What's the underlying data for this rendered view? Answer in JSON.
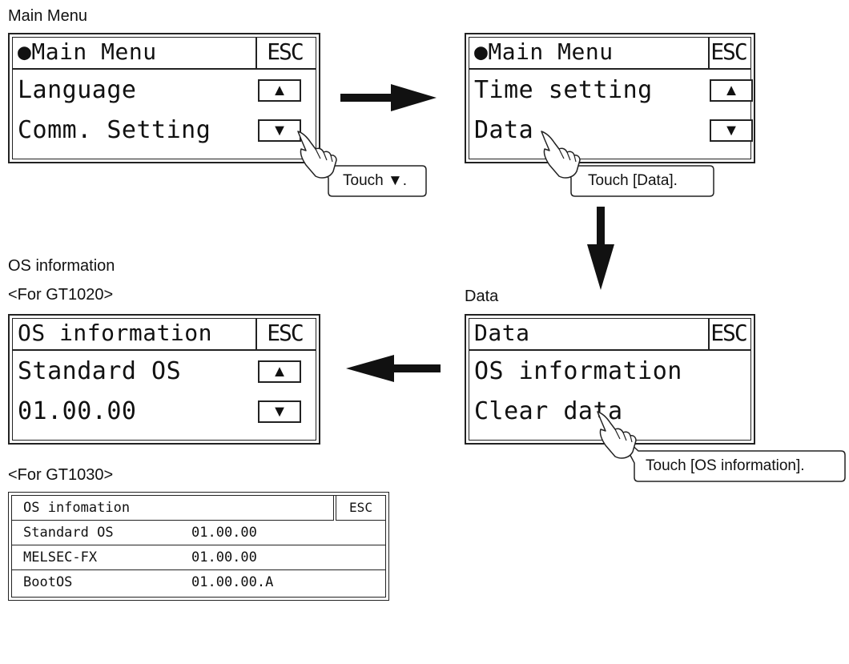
{
  "captions": {
    "main_menu": "Main Menu",
    "os_information": "OS information",
    "for_gt1020": "<For GT1020>",
    "data": "Data",
    "for_gt1030": "<For GT1030>"
  },
  "screens": {
    "main_menu_1": {
      "title": "●Main Menu",
      "esc": "ESC",
      "row1": "Language",
      "row2": "Comm. Setting",
      "up": "▲",
      "down": "▼"
    },
    "main_menu_2": {
      "title": "●Main Menu",
      "esc": "ESC",
      "row1": "Time setting",
      "row2": "Data",
      "up": "▲",
      "down": "▼"
    },
    "data": {
      "title": "Data",
      "esc": "ESC",
      "row1": "OS information",
      "row2": "Clear data"
    },
    "os_info_gt1020": {
      "title": "OS information",
      "esc": "ESC",
      "row1": "Standard OS",
      "row2": "01.00.00",
      "up": "▲",
      "down": "▼"
    }
  },
  "callouts": {
    "touch_down": "Touch ▼.",
    "touch_data": "Touch [Data].",
    "touch_os_information": "Touch [OS information]."
  },
  "os_table_gt1030": {
    "title": "OS infomation",
    "esc": "ESC",
    "rows": [
      {
        "name": "Standard OS",
        "version": "01.00.00"
      },
      {
        "name": "MELSEC-FX",
        "version": "01.00.00"
      },
      {
        "name": "BootOS",
        "version": "01.00.00.A"
      }
    ]
  }
}
